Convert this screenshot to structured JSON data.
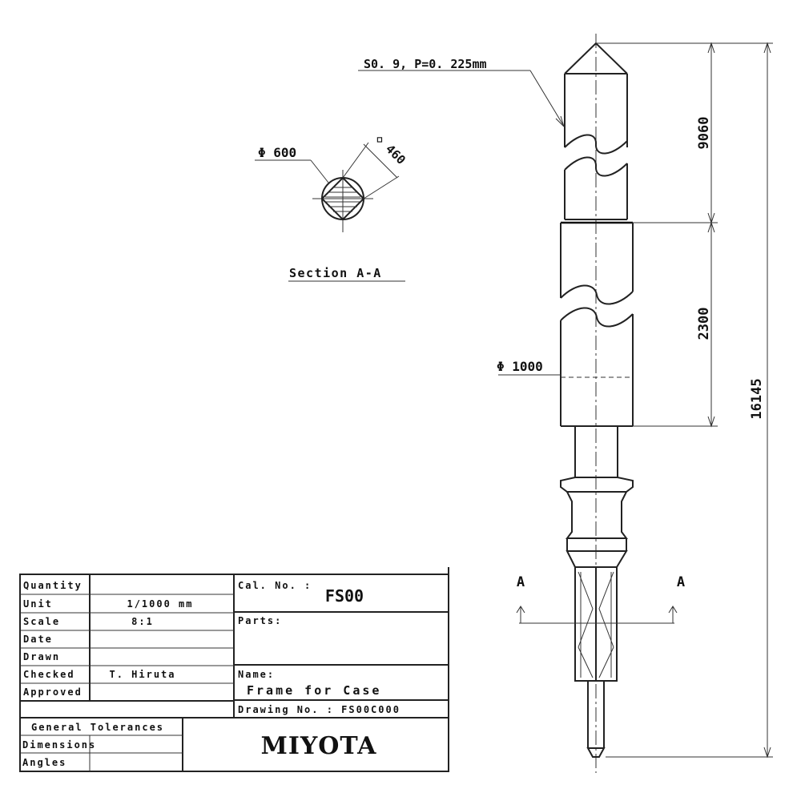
{
  "part_drawing": {
    "thread_note": "S0. 9, P=0. 225mm",
    "dim_tip_length": "9060",
    "dim_body_length": "2300",
    "dim_total_length": "16145",
    "dim_body_diameter": "Φ 1000",
    "section_cut_left": "A",
    "section_cut_right": "A"
  },
  "section_view": {
    "diameter": "Φ 600",
    "square_size": "◇ 460",
    "title": "Section A-A"
  },
  "title_block": {
    "rows": [
      {
        "label": "Quantity",
        "value": ""
      },
      {
        "label": "Unit",
        "value": "1/1000 mm"
      },
      {
        "label": "Scale",
        "value": "8:1"
      },
      {
        "label": "Date",
        "value": ""
      },
      {
        "label": "Drawn",
        "value": ""
      },
      {
        "label": "Checked",
        "value": "T. Hiruta"
      },
      {
        "label": "Approved",
        "value": ""
      }
    ],
    "cal_no_label": "Cal. No. :",
    "cal_no_value": "FS00",
    "parts_label": "Parts:",
    "name_label": "Name:",
    "name_value": "Frame for Case",
    "drawing_no": "Drawing No. : FS00C000",
    "general_tolerances": "General Tolerances",
    "dimensions_label": "Dimensions",
    "angles_label": "Angles",
    "company": "MIYOTA"
  }
}
